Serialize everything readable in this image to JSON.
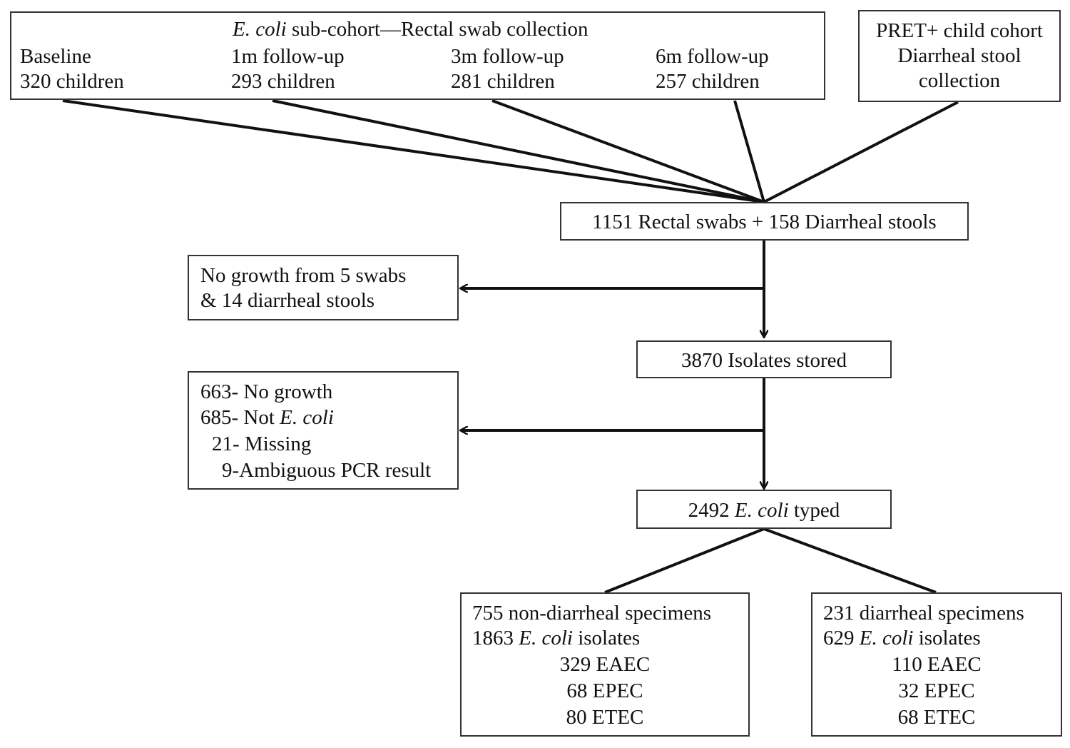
{
  "top_box": {
    "title_italic": "E. coli",
    "title_rest": " sub-cohort—Rectal swab collection",
    "timepoints": [
      {
        "label": "Baseline",
        "count": "320 children"
      },
      {
        "label": "1m follow-up",
        "count": "293 children"
      },
      {
        "label": "3m follow-up",
        "count": "281 children"
      },
      {
        "label": "6m follow-up",
        "count": "257 children"
      }
    ]
  },
  "pret_box": {
    "lines": [
      "PRET+ child cohort",
      "Diarrheal stool",
      "collection"
    ]
  },
  "specimens_box": {
    "text": "1151 Rectal swabs + 158 Diarrheal stools"
  },
  "no_growth_box": {
    "lines": [
      "No growth from 5 swabs",
      "& 14 diarrheal stools"
    ]
  },
  "isolates_box": {
    "text": "3870 Isolates stored"
  },
  "excluded_box": {
    "line1": "663- No growth",
    "line2_prefix": "685- Not ",
    "line2_italic": "E. coli",
    "line3": "21- Missing",
    "line4": "9-Ambiguous PCR result"
  },
  "typed_box": {
    "prefix": "2492 ",
    "italic": "E. coli",
    "suffix": " typed"
  },
  "non_diarrheal_box": {
    "line1": "755 non-diarrheal specimens",
    "line2_prefix": "1863 ",
    "line2_italic": "E. coli",
    "line2_suffix": " isolates",
    "counts": [
      "329 EAEC",
      "68 EPEC",
      "80 ETEC"
    ]
  },
  "diarrheal_box": {
    "line1": "231 diarrheal specimens",
    "line2_prefix": "629 ",
    "line2_italic": "E. coli",
    "line2_suffix": " isolates",
    "counts": [
      "110 EAEC",
      "32 EPEC",
      "68 ETEC"
    ]
  }
}
